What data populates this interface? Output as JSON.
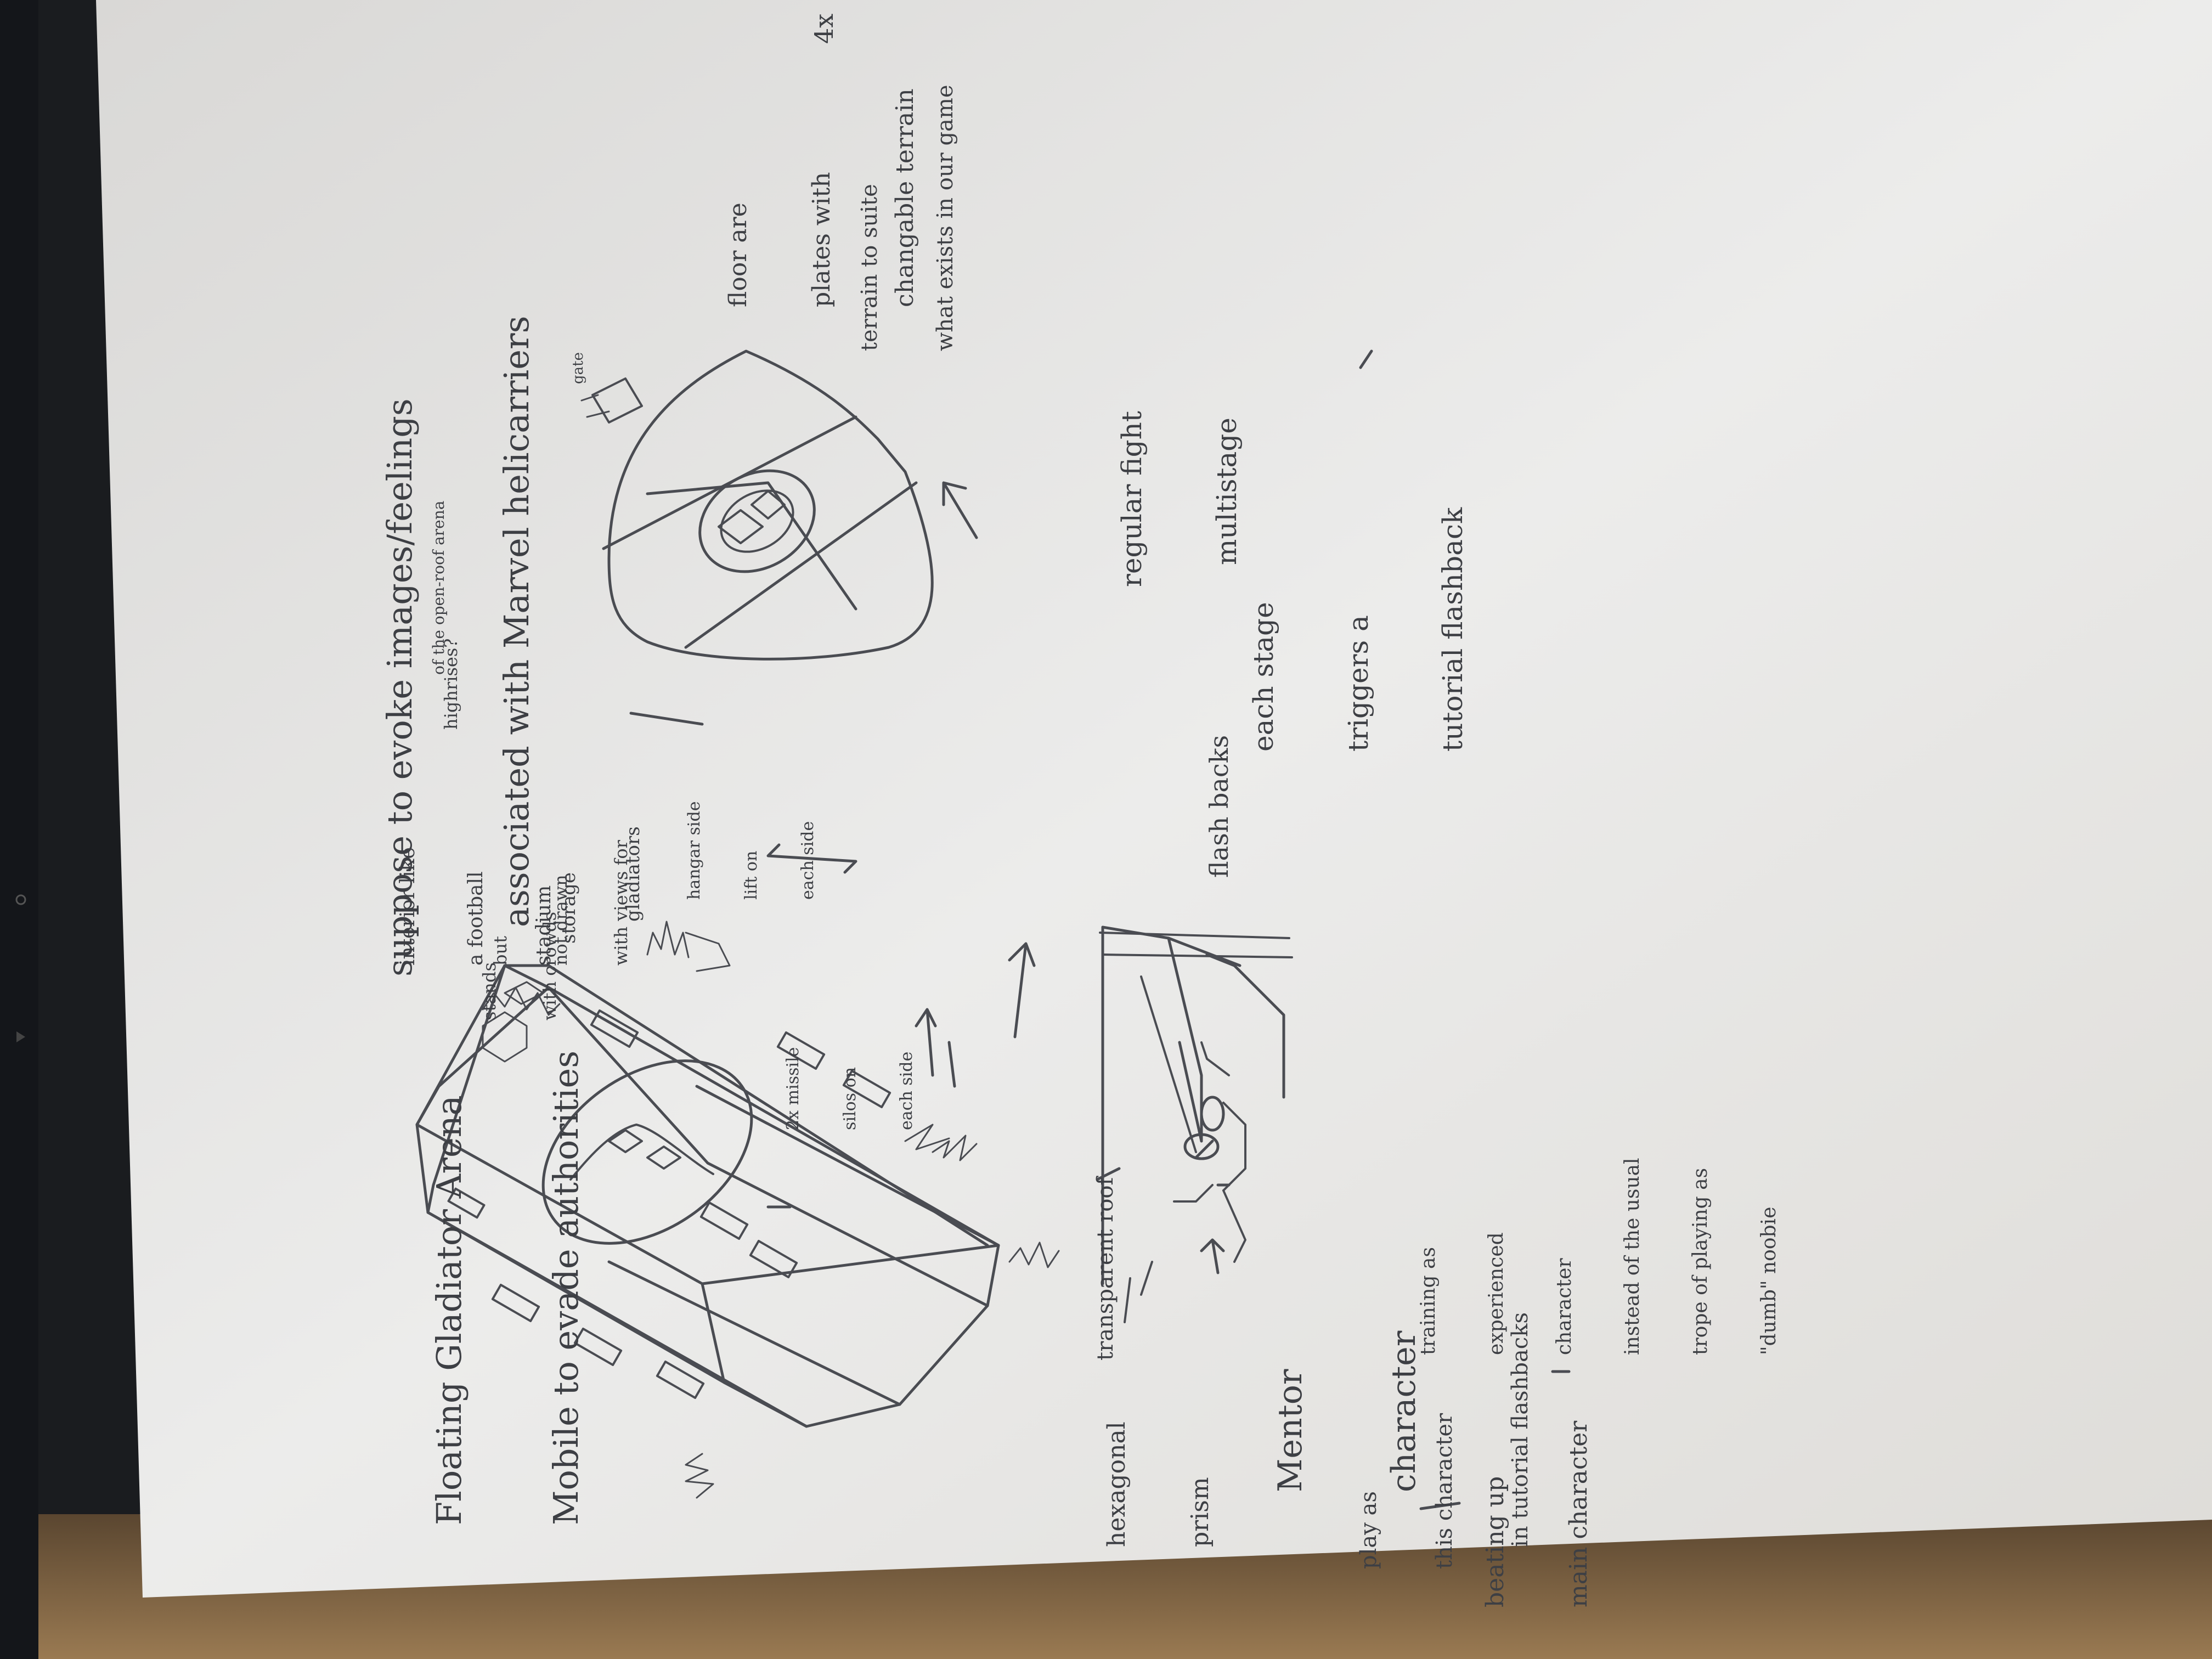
{
  "sketch": {
    "arena_title": [
      "Floating Gladiator Arena",
      "Mobile to evade authorities"
    ],
    "arena_feeling": [
      "suppose to evoke images/feelings",
      "associated with Marvel helicarriers"
    ],
    "interior": [
      "interior like",
      "a football",
      "stadium"
    ],
    "highrises": [
      "highrises?",
      "but",
      "not drawn",
      "with views for",
      "of the open-roof arena"
    ],
    "stands": [
      "stands",
      "with crowds"
    ],
    "storage": [
      "storage",
      "gladiators"
    ],
    "lift": [
      "lift on",
      "each side",
      "hangar side"
    ],
    "missile": [
      "2x missile",
      "silos on",
      "each side"
    ],
    "hexagonal": [
      "hexagonal",
      "prism"
    ],
    "roof": "transparent roof",
    "gate": "gate",
    "floor": [
      "floor are",
      "plates with",
      "changable terrain"
    ],
    "terrain": [
      "terrain to suite",
      "what exists in our game"
    ],
    "count": "4x",
    "regular": [
      "regular fight",
      "multistage"
    ],
    "stages": [
      "each stage",
      "triggers a",
      "tutorial flashback"
    ],
    "flashbacks": "flash backs",
    "mentor": [
      "Mentor",
      "character"
    ],
    "play": [
      "play as",
      "this character",
      "in tutorial flashbacks"
    ],
    "beating": [
      "beating up",
      "main character"
    ],
    "training": [
      "training as",
      "experienced",
      "character",
      "instead of the usual",
      "trope of playing as",
      "\"dumb\" noobie"
    ]
  },
  "colors": {
    "paper": "#ebebeb",
    "pencil": "#3d3f44",
    "background": "#2b241c"
  }
}
